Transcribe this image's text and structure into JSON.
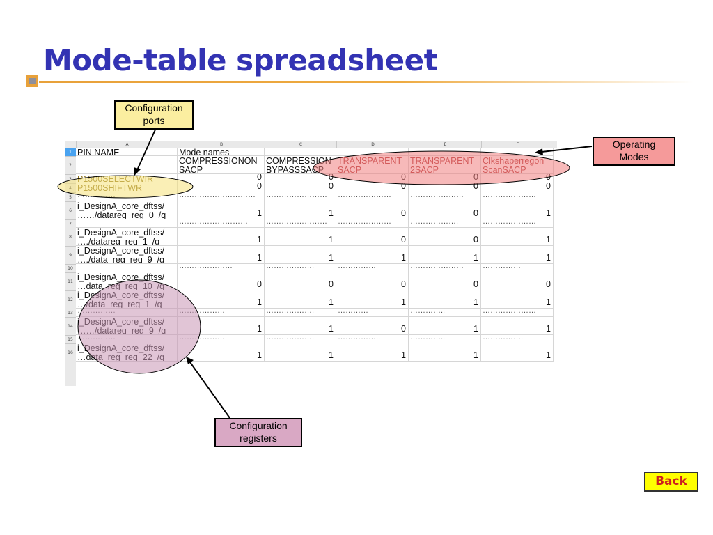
{
  "slide": {
    "title": "Mode-table spreadsheet",
    "back_label": "Back"
  },
  "colors": {
    "title": "#3333b3",
    "accent_bar": "#e8a13a",
    "operating_modes_highlight": "#f08080",
    "configuration_ports_highlight": "#f6e27a",
    "configuration_registers_highlight": "#c896b4",
    "back_button_bg": "#ffff00",
    "back_button_text": "#cc1f1f"
  },
  "callouts": {
    "configuration_ports": [
      "Configuration",
      "ports"
    ],
    "operating_modes": [
      "Operating",
      "Modes"
    ],
    "configuration_registers": [
      "Configuration",
      "registers"
    ]
  },
  "spreadsheet": {
    "column_headers": [
      "A",
      "B",
      "C",
      "D",
      "E",
      "F"
    ],
    "row1": {
      "a": "PIN NAME",
      "b": "Mode names"
    },
    "row2": [
      "COMPRESSIONON SACP",
      "COMPRESSION BYPASSSACP",
      "TRANSPARENT SACP",
      "TRANSPARENT 2SACP",
      "Clkshaperregon ScanSACP"
    ],
    "rows": [
      {
        "num": "3",
        "name": "P1500SELECTWIR",
        "values": [
          "0",
          "0",
          "0",
          "0",
          "0"
        ]
      },
      {
        "num": "4",
        "name": "P1500SHIFTWR",
        "values": [
          "0",
          "0",
          "0",
          "0",
          "0"
        ]
      },
      {
        "num": "5",
        "name": "……………",
        "values": [
          "…………………………",
          "……………………",
          "…………………",
          "…………………",
          "…………………"
        ]
      },
      {
        "num": "6",
        "name": "i_DesignA_core_dftss/ ……/datareg_reg_0_/q",
        "values": [
          "1",
          "1",
          "0",
          "0",
          "1"
        ]
      },
      {
        "num": "7",
        "name": "",
        "values": [
          "………………………",
          "……………………",
          "…………………",
          "……………….",
          "…………………"
        ]
      },
      {
        "num": "8",
        "name": "i_DesignA_core_dftss/ …./datareg_reg_1_/q",
        "values": [
          "1",
          "1",
          "0",
          "0",
          "1"
        ]
      },
      {
        "num": "9",
        "name": "i_DesignA_core_dftss/ …./data_reg_reg_9_/q",
        "values": [
          "1",
          "1",
          "1",
          "1",
          "1"
        ]
      },
      {
        "num": "10",
        "name": "",
        "values": [
          "…………………",
          "……………….",
          "……………",
          "…………………",
          "……………"
        ]
      },
      {
        "num": "11",
        "name": "i_DesignA_core_dftss/ …data_reg_reg_10_/q",
        "values": [
          "0",
          "0",
          "0",
          "0",
          "0"
        ]
      },
      {
        "num": "12",
        "name": "i_DesignA_core_dftss/ …/data_reg_reg_1_/q",
        "values": [
          "1",
          "1",
          "1",
          "1",
          "1"
        ]
      },
      {
        "num": "13",
        "name": "……………",
        "values": [
          "………………",
          "……………….",
          "…………",
          "…………..",
          "…………………"
        ]
      },
      {
        "num": "14",
        "name": "i_DesignA_core_dftss/ ……/datareg_reg_9_/q",
        "values": [
          "1",
          "1",
          "0",
          "1",
          "1"
        ]
      },
      {
        "num": "15",
        "name": "……………",
        "values": [
          "………………",
          "……………….",
          "……………..",
          "…………..",
          "……………."
        ]
      },
      {
        "num": "16",
        "name": "i_DesignA_core_dftss/ …data_reg_reg_22_/q",
        "values": [
          "1",
          "1",
          "1",
          "1",
          "1"
        ]
      }
    ]
  }
}
